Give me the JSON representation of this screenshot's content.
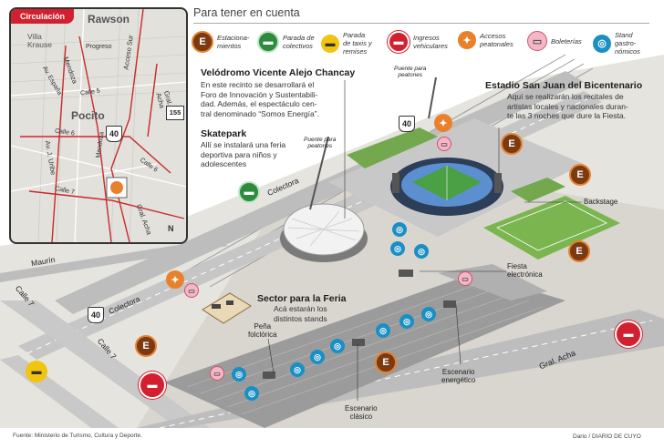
{
  "header": {
    "title": "Para tener en cuenta"
  },
  "inset": {
    "badge": "Circulación",
    "places": {
      "rawson": "Rawson",
      "villa_krause": "Villa\nKrause",
      "pocito": "Pocito"
    },
    "streets": {
      "mendoza": "Mendoza",
      "acceso_sur": "Acceso Sur",
      "progreso": "Progreso",
      "av_espana": "Av. España",
      "calle5": "Calle 5",
      "calle6a": "Calle 6",
      "calle6b": "Calle 6",
      "calle7": "Calle 7",
      "gral_acha_a": "Gral. Acha",
      "gral_acha_b": "Gral. Acha",
      "av_uribe": "Av. J. Uribe",
      "mendoza2": "Mendoza"
    },
    "routes": {
      "r40": "40",
      "r155": "155"
    },
    "north": "N"
  },
  "legend": [
    {
      "icon": "parking-icon",
      "label": "Estaciona-\nmientos",
      "color": "#7a3a14",
      "glyph": "E"
    },
    {
      "icon": "bus-stop-icon",
      "label": "Parada de\ncolectivos",
      "color": "#2e8b3e",
      "glyph": "▬"
    },
    {
      "icon": "taxi-stop-icon",
      "label": "Parada\nde taxis y\nremises",
      "color": "#f1c40f",
      "glyph": "▬"
    },
    {
      "icon": "vehicle-entry-icon",
      "label": "Ingresos\nvehiculares",
      "color": "#d32030",
      "glyph": "▬"
    },
    {
      "icon": "pedestrian-access-icon",
      "label": "Accesos\npeatonales",
      "color": "#e8812b",
      "glyph": "✦"
    },
    {
      "icon": "ticket-office-icon",
      "label": "Boleterías",
      "color": "#f4b6c8",
      "glyph": "▭"
    },
    {
      "icon": "food-stand-icon",
      "label": "Stand\ngastro-\nnómicos",
      "color": "#1a8fc4",
      "glyph": "◎"
    }
  ],
  "annotations": {
    "velodromo_title": "Velódromo Vicente Alejo Chancay",
    "velodromo_body": "En este recinto se desarrollará el\nForo de Innovación y Sustentabili-\ndad. Además, el espectáculo cen-\ntral denominado “Somos Energía”.",
    "skatepark_title": "Skatepark",
    "skatepark_body": "Allí se instalará una feria\ndeportiva para niños y\nadolescentes",
    "estadio_title": "Estadio San Juan del Bicentenario",
    "estadio_body": "Aquí se realizarán los recitales de\nartistas locales y nacionales duran-\nte las 3 noches que dure la Fiesta.",
    "sector_title": "Sector para la Feria",
    "sector_body": "Acá estarán los\ndistintos stands",
    "backstage": "Backstage",
    "fiesta": "Fiesta\nelectrónica",
    "pena": "Peña\nfolclórica",
    "escenario_energetico": "Escenario\nenergético",
    "escenario_clasico": "Escenario\nclásico",
    "puente1": "Puente para\npeatones",
    "puente2": "Puente para\npeatones"
  },
  "streets": {
    "colectora1": "Colectora",
    "colectora2": "Colectora",
    "maurin": "Maurín",
    "calle7a": "Calle 7",
    "calle7b": "Calle 7",
    "gral_acha": "Gral. Acha"
  },
  "routes": {
    "r40a": "40",
    "r40b": "40"
  },
  "footer": {
    "source": "Fuente: Ministerio de Turismo, Cultura y Deporte.",
    "credit": "Dario / DIARIO DE CUYO"
  }
}
